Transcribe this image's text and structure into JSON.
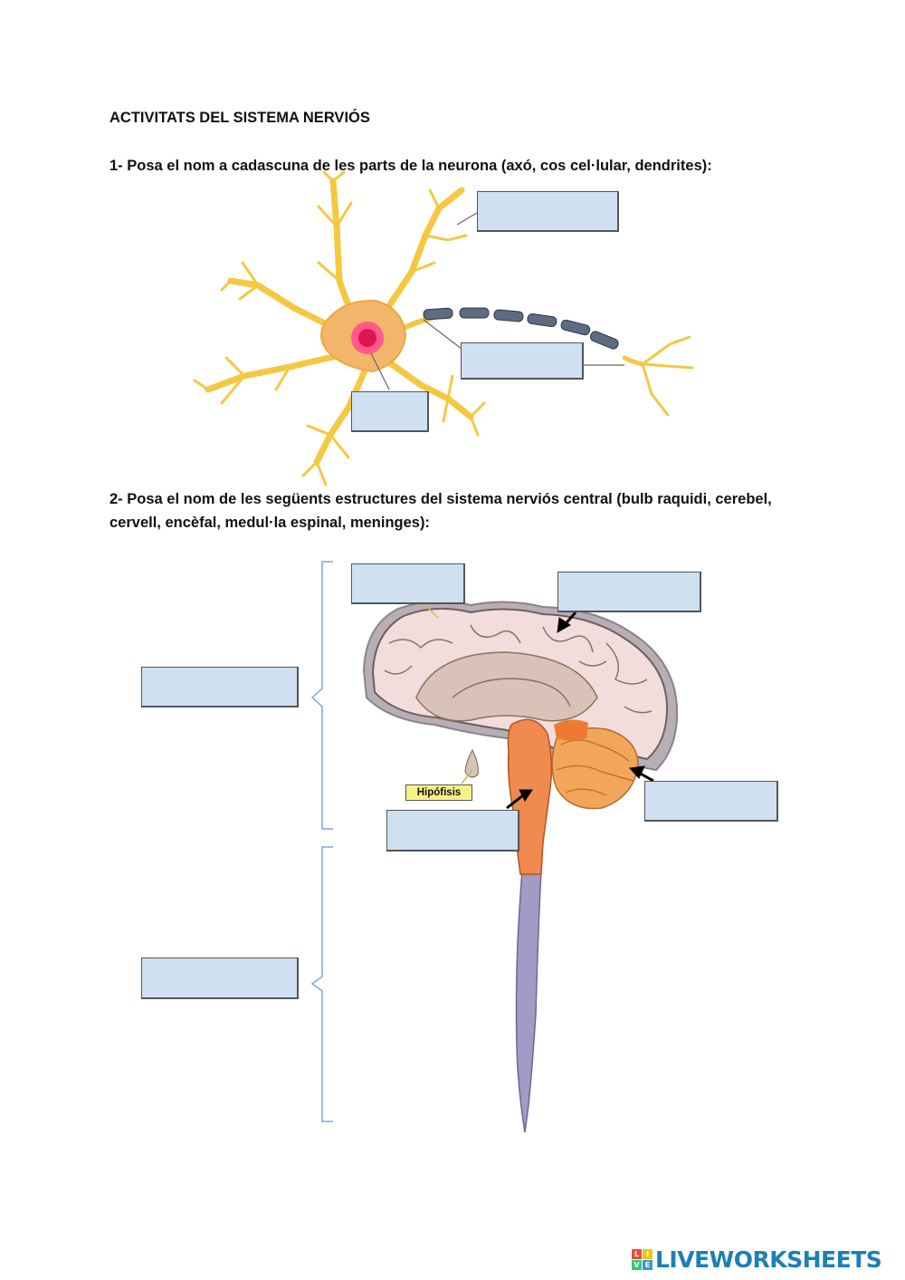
{
  "page": {
    "heading": "ACTIVITATS DEL SISTEMA NERVIÓS",
    "question1": "1- Posa el nom a cadascuna de les parts de la neurona (axó, cos cel·lular, dendrites):",
    "question2": "2- Posa el nom de les següents estructures del sistema nerviós central (bulb raquidi, cerebel, cervell, encèfal, medul·la espinal, meninges):"
  },
  "neuron_answers": {
    "dendrites_box": "",
    "axon_box": "",
    "cell_body_box": ""
  },
  "brain_answers": {
    "cervell_box": "",
    "meninges_box": "",
    "encefal_box": "",
    "cerebel_box": "",
    "bulb_box": "",
    "medulla_box": ""
  },
  "labels": {
    "hipofisis": "Hipófisis"
  },
  "footer": {
    "brand": "LIVEWORKSHEETS",
    "logo_letters": [
      "L",
      "I",
      "V",
      "E"
    ]
  },
  "colors": {
    "answer_box": "#cfe0f1",
    "neuron": "#f5c842",
    "neuron_body": "#f3b56a",
    "brain_cortex": "#f2dcdc",
    "brain_stem": "#f08a4f",
    "spinal_cord": "#a49ac6",
    "bracket": "#7ba7d7",
    "brand": "#1d7fb6"
  }
}
